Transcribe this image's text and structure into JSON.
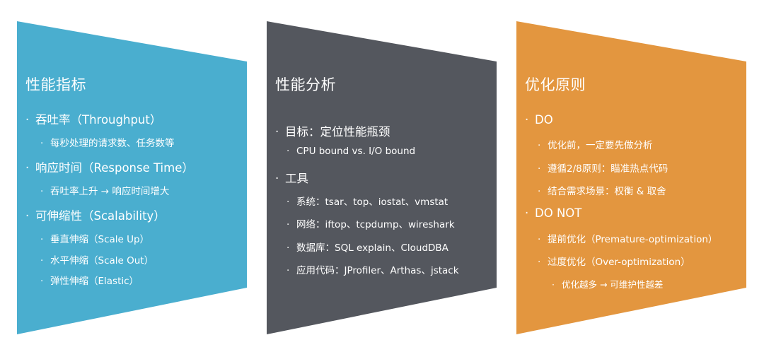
{
  "colors": {
    "metrics": "#4aaecf",
    "analysis": "#54575e",
    "principles": "#e3963f",
    "text": "#ffffff"
  },
  "bullet": "·",
  "panels": [
    {
      "title": "性能指标",
      "items": [
        {
          "level": 1,
          "text": "吞吐率（Throughput）"
        },
        {
          "level": 2,
          "text": "每秒处理的请求数、任务数等"
        },
        {
          "level": 1,
          "text": "响应时间（Response Time）"
        },
        {
          "level": 2,
          "text": "吞吐率上升 → 响应时间增大"
        },
        {
          "level": 1,
          "text": "可伸缩性（Scalability）"
        },
        {
          "level": 2,
          "text": "垂直伸缩（Scale Up）"
        },
        {
          "level": 2,
          "text": "水平伸缩（Scale Out）"
        },
        {
          "level": 2,
          "text": "弹性伸缩（Elastic）"
        }
      ]
    },
    {
      "title": "性能分析",
      "items": [
        {
          "level": 1,
          "text": "目标：定位性能瓶颈"
        },
        {
          "level": 2,
          "text": "CPU bound vs. I/O bound"
        },
        {
          "level": 1,
          "text": "工具"
        },
        {
          "level": 2,
          "text": "系统：tsar、top、iostat、vmstat"
        },
        {
          "level": 2,
          "text": "网络：iftop、tcpdump、wireshark"
        },
        {
          "level": 2,
          "text": "数据库：SQL explain、CloudDBA"
        },
        {
          "level": 2,
          "text": "应用代码：JProfiler、Arthas、jstack"
        }
      ]
    },
    {
      "title": "优化原则",
      "items": [
        {
          "level": 1,
          "text": "DO"
        },
        {
          "level": 2,
          "text": "优化前，一定要先做分析"
        },
        {
          "level": 2,
          "text": "遵循2/8原则：瞄准热点代码"
        },
        {
          "level": 2,
          "text": "结合需求场景：权衡 & 取舍"
        },
        {
          "level": 1,
          "text": "DO NOT"
        },
        {
          "level": 2,
          "text": "提前优化（Premature-optimization）"
        },
        {
          "level": 2,
          "text": "过度优化（Over-optimization）"
        },
        {
          "level": 3,
          "text": "优化越多 → 可维护性越差"
        }
      ]
    }
  ]
}
